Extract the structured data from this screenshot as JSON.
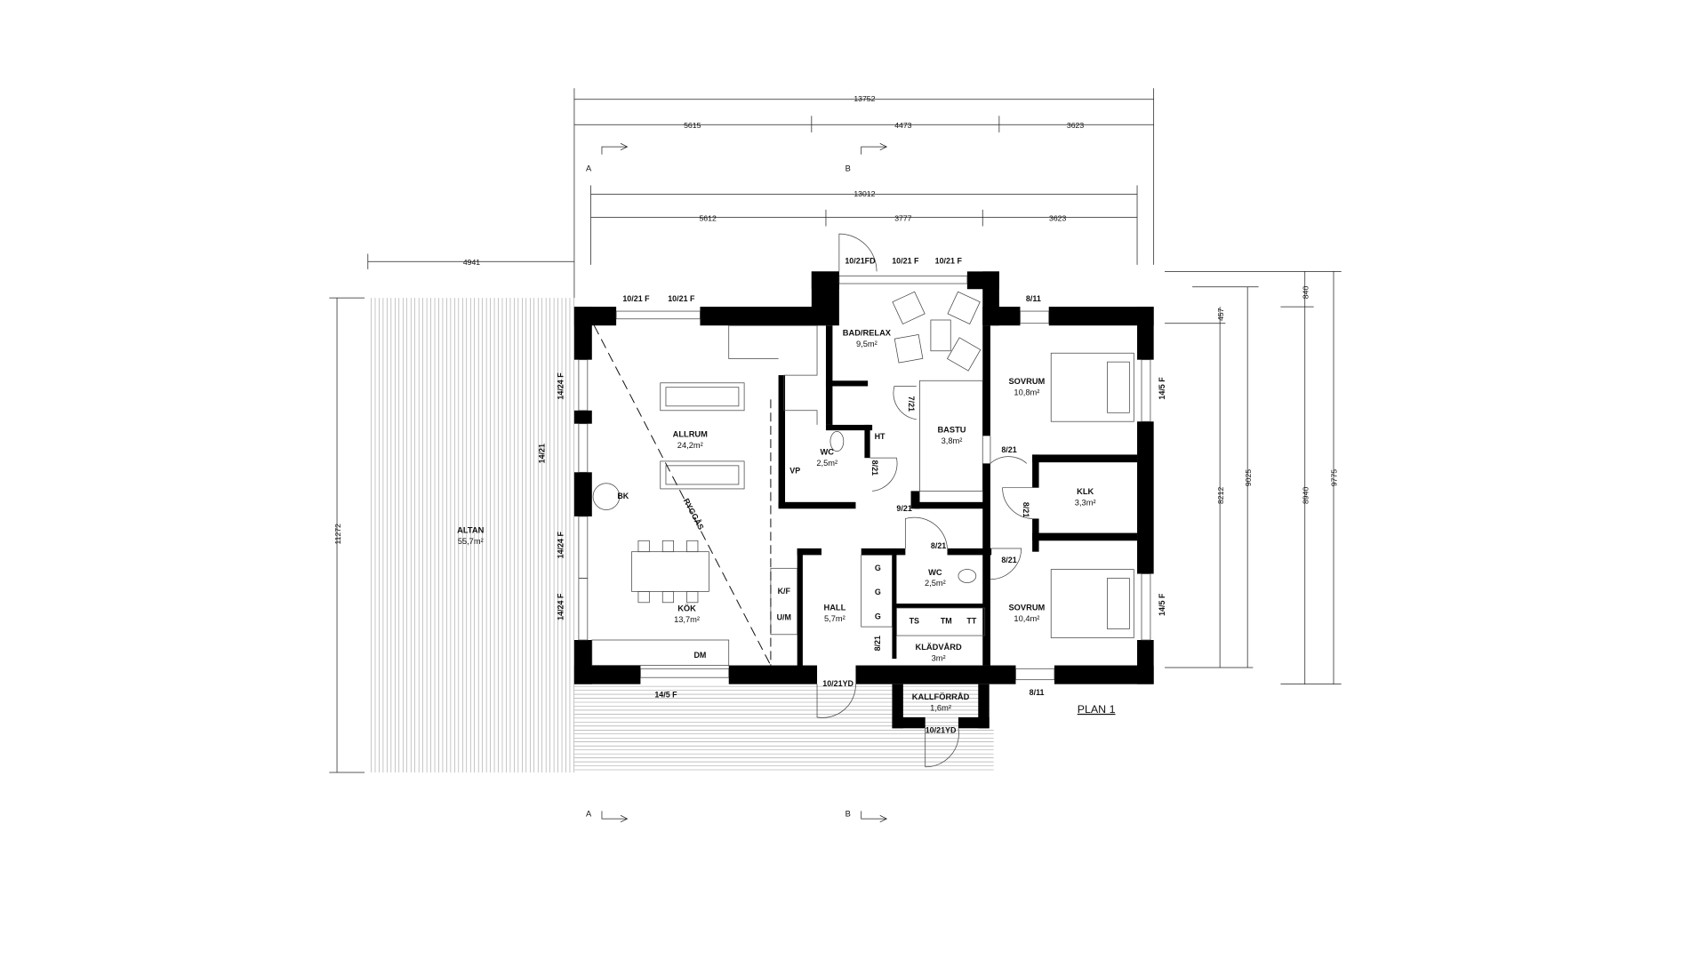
{
  "plan_title": "PLAN 1",
  "dimensions": {
    "top_total": "13752",
    "top_segments": [
      "5615",
      "4473",
      "3623"
    ],
    "inner_total": "13012",
    "inner_segments": [
      "5612",
      "3777",
      "3623"
    ],
    "altan_width": "4941",
    "left_height": "11272",
    "right": [
      "8212",
      "9025",
      "8940",
      "9775",
      "840",
      "457"
    ]
  },
  "section_markers": [
    "A",
    "B",
    "A",
    "B"
  ],
  "rooms": [
    {
      "name": "BAD/RELAX",
      "area": "9,5m²"
    },
    {
      "name": "ALLRUM",
      "area": "24,2m²"
    },
    {
      "name": "WC",
      "area": "2,5m²"
    },
    {
      "name": "BASTU",
      "area": "3,8m²"
    },
    {
      "name": "SOVRUM",
      "area": "10,8m²"
    },
    {
      "name": "KLK",
      "area": "3,3m²"
    },
    {
      "name": "ALTAN",
      "area": "55,7m²"
    },
    {
      "name": "KÖK",
      "area": "13,7m²"
    },
    {
      "name": "HALL",
      "area": "5,7m²"
    },
    {
      "name": "WC",
      "area": "2,5m²"
    },
    {
      "name": "SOVRUM",
      "area": "10,4m²"
    },
    {
      "name": "KLÄDVÅRD",
      "area": "3m²"
    },
    {
      "name": "KALLFÖRRÅD",
      "area": "1,6m²"
    }
  ],
  "openings": [
    "10/21 F",
    "10/21 F",
    "10/21FD",
    "10/21 F",
    "10/21 F",
    "8/11",
    "14/24 F",
    "14/21",
    "14/24 F",
    "14/24 F",
    "14/5 F",
    "14/5 F",
    "7/21",
    "8/21",
    "9/21",
    "8/21",
    "8/21",
    "8/21",
    "8/21",
    "8/21",
    "14/5 F",
    "10/21YD",
    "10/21YD",
    "8/11"
  ],
  "fixtures": [
    "HT",
    "VP",
    "G",
    "G",
    "G",
    "K/F",
    "U/M",
    "TS",
    "TM",
    "TT",
    "DM",
    "BK"
  ],
  "ridge_label": "RYGGÅS"
}
